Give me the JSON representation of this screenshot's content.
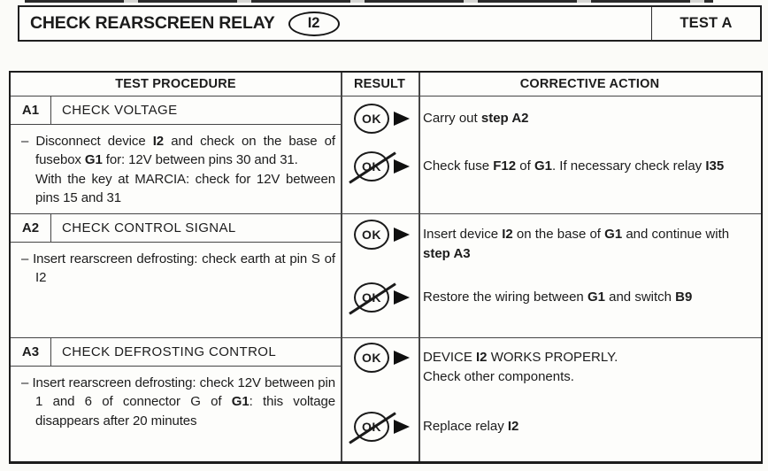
{
  "colors": {
    "ink": "#1c1c1c",
    "line": "#454545",
    "paper": "#fbfbf8"
  },
  "header": {
    "title": "CHECK REARSCREEN RELAY",
    "relay_id": "I2",
    "test_label": "TEST A"
  },
  "table": {
    "columns": [
      "TEST PROCEDURE",
      "RESULT",
      "CORRECTIVE ACTION"
    ],
    "ok_label": "OK",
    "sections": [
      {
        "id": "A1",
        "title": "CHECK VOLTAGE",
        "procedure": [
          {
            "t": "– Disconnect device "
          },
          {
            "t": "I2",
            "b": true
          },
          {
            "t": " and check on the base of fusebox "
          },
          {
            "t": "G1",
            "b": true
          },
          {
            "t": " for: 12V between pins 30 and 31."
          },
          {
            "br": true
          },
          {
            "t": "With the key at MARCIA: check for 12V between pins 15 and 31"
          }
        ],
        "results": [
          {
            "ok": true,
            "action": [
              {
                "t": "Carry out "
              },
              {
                "t": "step A2",
                "b": true
              }
            ]
          },
          {
            "ok": false,
            "action": [
              {
                "t": "Check fuse "
              },
              {
                "t": "F12",
                "b": true
              },
              {
                "t": " of "
              },
              {
                "t": "G1",
                "b": true
              },
              {
                "t": ". If necessary check relay "
              },
              {
                "t": "I35",
                "b": true
              }
            ]
          }
        ]
      },
      {
        "id": "A2",
        "title": "CHECK CONTROL SIGNAL",
        "procedure": [
          {
            "t": "– Insert rearscreen defrosting: check earth at pin S of I2"
          }
        ],
        "results": [
          {
            "ok": true,
            "action": [
              {
                "t": "Insert device "
              },
              {
                "t": "I2",
                "b": true
              },
              {
                "t": " on the base of "
              },
              {
                "t": "G1",
                "b": true
              },
              {
                "t": " and continue with "
              },
              {
                "t": "step A3",
                "b": true
              }
            ]
          },
          {
            "ok": false,
            "action": [
              {
                "t": "Restore the wiring between "
              },
              {
                "t": "G1",
                "b": true
              },
              {
                "t": " and switch "
              },
              {
                "t": "B9",
                "b": true
              }
            ]
          }
        ]
      },
      {
        "id": "A3",
        "title": "CHECK DEFROSTING CONTROL",
        "procedure": [
          {
            "t": "– Insert rearscreen defrosting: check 12V between pin 1 and 6 of connector G of "
          },
          {
            "t": "G1",
            "b": true
          },
          {
            "t": ": this voltage disappears after 20 minutes"
          }
        ],
        "results": [
          {
            "ok": true,
            "action": [
              {
                "t": "DEVICE "
              },
              {
                "t": "I2",
                "b": true
              },
              {
                "t": " WORKS PROPERLY."
              },
              {
                "br": true
              },
              {
                "t": "Check other components."
              }
            ]
          },
          {
            "ok": false,
            "action": [
              {
                "t": "Replace relay "
              },
              {
                "t": "I2",
                "b": true
              }
            ]
          }
        ]
      }
    ]
  }
}
